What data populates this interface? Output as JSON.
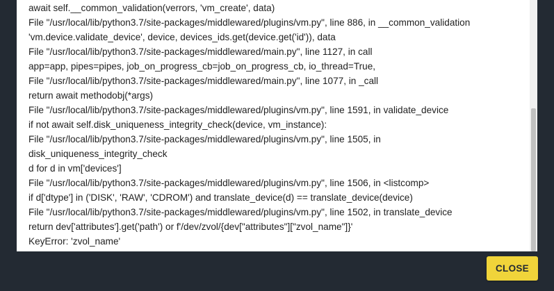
{
  "dialog": {
    "traceback_lines": [
      "    await self.__common_validation(verrors, 'vm_create', data)",
      "  File \"/usr/local/lib/python3.7/site-packages/middlewared/plugins/vm.py\", line 886, in __common_validation",
      "    'vm.device.validate_device', device, devices_ids.get(device.get('id')), data",
      "  File \"/usr/local/lib/python3.7/site-packages/middlewared/main.py\", line 1127, in call",
      "    app=app, pipes=pipes, job_on_progress_cb=job_on_progress_cb, io_thread=True,",
      "  File \"/usr/local/lib/python3.7/site-packages/middlewared/main.py\", line 1077, in _call",
      "    return await methodobj(*args)",
      "  File \"/usr/local/lib/python3.7/site-packages/middlewared/plugins/vm.py\", line 1591, in validate_device",
      "    if not await self.disk_uniqueness_integrity_check(device, vm_instance):",
      "  File \"/usr/local/lib/python3.7/site-packages/middlewared/plugins/vm.py\", line 1505, in",
      "disk_uniqueness_integrity_check",
      "    d for d in vm['devices']",
      "  File \"/usr/local/lib/python3.7/site-packages/middlewared/plugins/vm.py\", line 1506, in <listcomp>",
      "    if d['dtype'] in ('DISK', 'RAW', 'CDROM') and translate_device(d) == translate_device(device)",
      "  File \"/usr/local/lib/python3.7/site-packages/middlewared/plugins/vm.py\", line 1502, in translate_device",
      "    return dev['attributes'].get('path') or f'/dev/zvol/{dev[\"attributes\"][\"zvol_name\"]}'",
      "KeyError: 'zvol_name'"
    ],
    "close_label": "CLOSE"
  },
  "colors": {
    "backdrop": "#232a33",
    "panel": "#ffffff",
    "text": "#1f1f1f",
    "accent_button": "#f0d43a"
  }
}
